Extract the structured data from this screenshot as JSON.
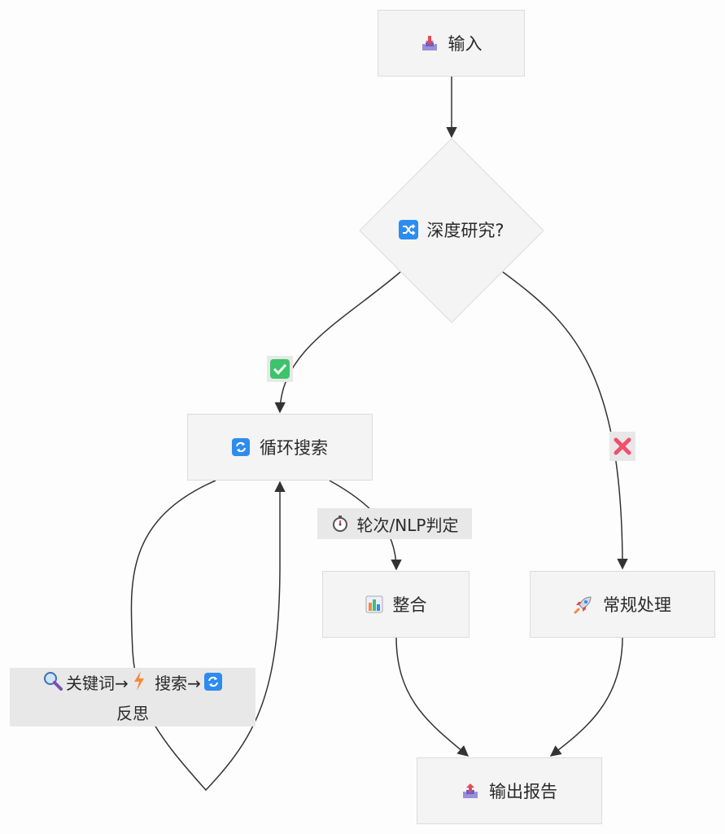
{
  "nodes": {
    "input": "输入",
    "decision": "深度研究?",
    "loop": "循环搜索",
    "integrate": "整合",
    "regular": "常规处理",
    "output": "输出报告"
  },
  "edge_labels": {
    "yes_icon": "check-icon",
    "no_icon": "cross-icon",
    "rounds": "轮次/NLP判定",
    "loop_steps": {
      "keyword": "关键词→",
      "search": "搜索→",
      "reflect": "反思"
    }
  },
  "colors": {
    "node_fill": "#f4f4f4",
    "node_border": "#dcdcdc",
    "label_fill": "#e8e8e8",
    "edge": "#333333",
    "check": "#3cc46a",
    "cross": "#f0506e",
    "blue_icon": "#2d8cf0"
  }
}
